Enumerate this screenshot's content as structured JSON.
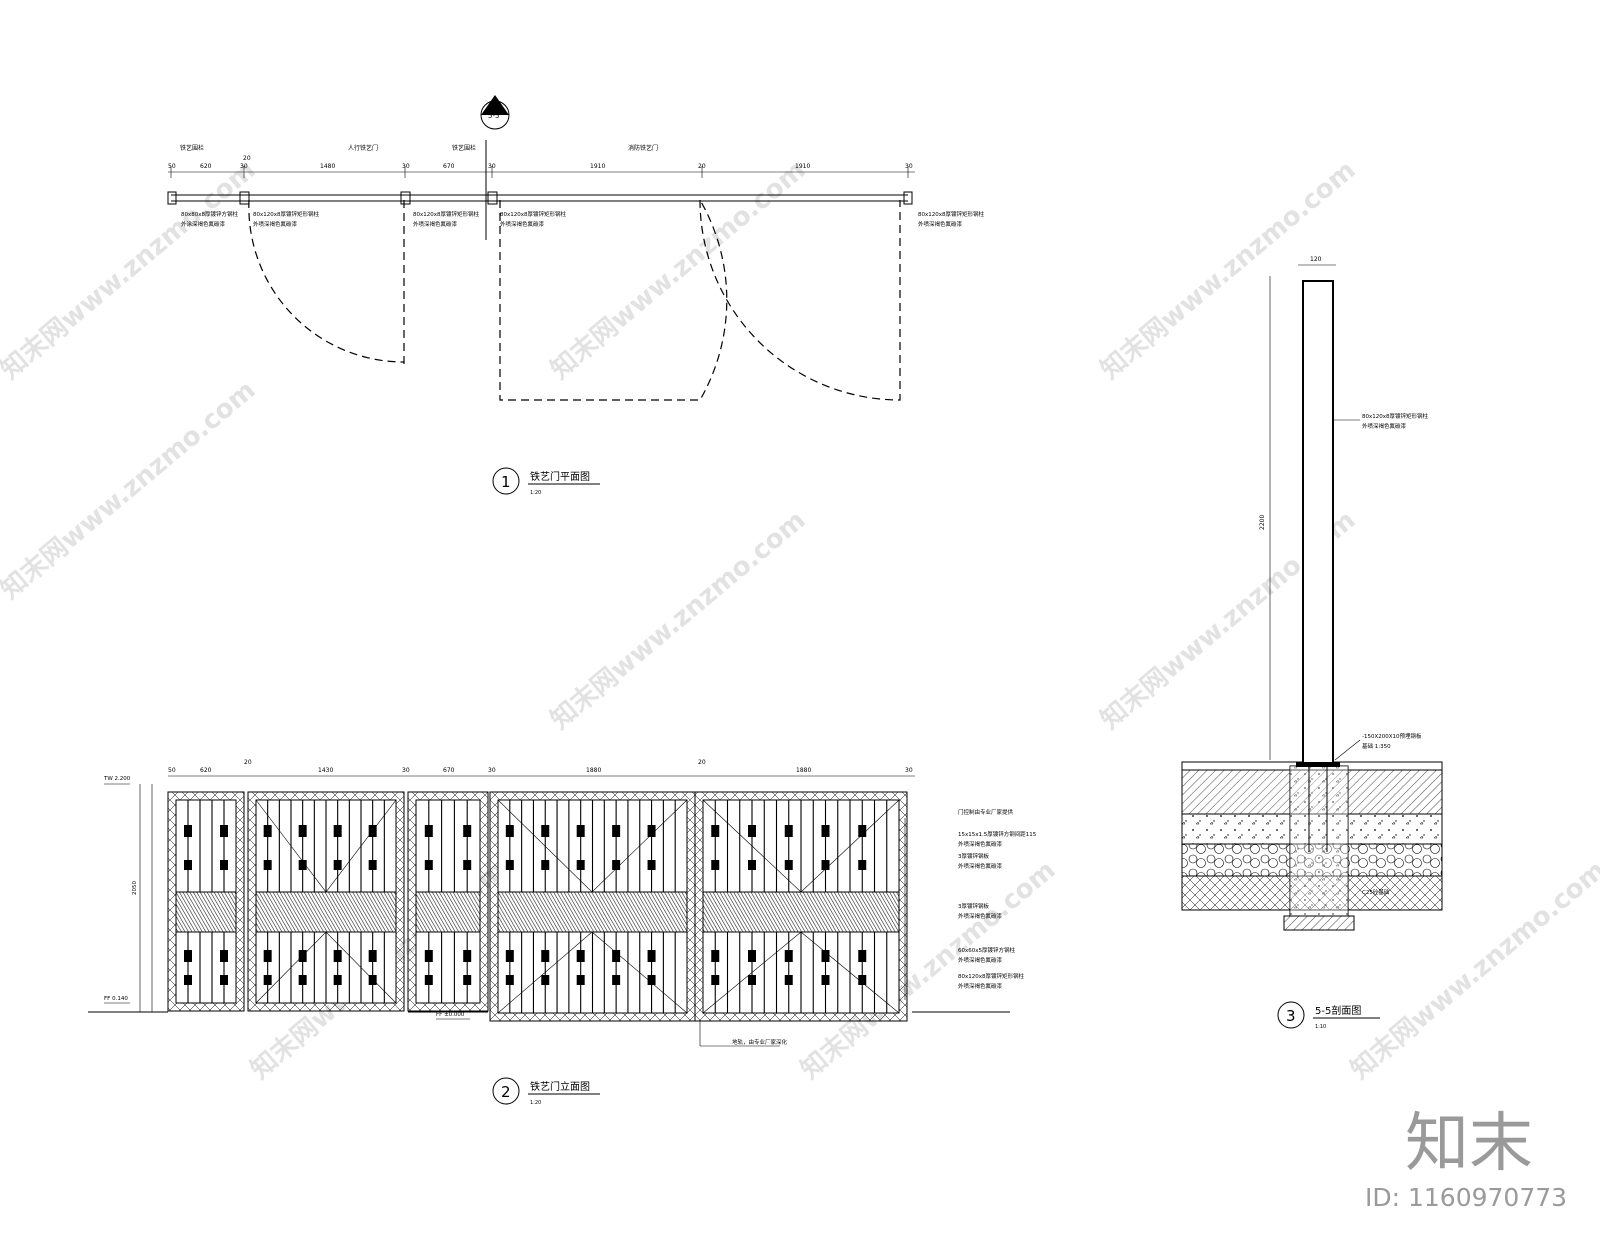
{
  "plan": {
    "title": "铁艺门平面图",
    "scale": "1:20",
    "number": "1",
    "section_marker": "5-5",
    "dims": [
      "50",
      "620",
      "20",
      "30",
      "1480",
      "30",
      "670",
      "30",
      "1910",
      "20",
      "1910",
      "30"
    ],
    "labels_top": [
      "铁艺围栏",
      "人行铁艺门",
      "铁艺围栏",
      "消防铁艺门"
    ],
    "notes": [
      [
        "80x80x8厚镀锌方钢柱",
        "外涂深褐色氟碳漆"
      ],
      [
        "80x120x8厚镀锌矩形钢柱",
        "外喷深褐色氟碳漆"
      ],
      [
        "80x120x8厚镀锌矩形钢柱",
        "外喷深褐色氟碳漆"
      ],
      [
        "80x120x8厚镀锌矩形钢柱",
        "外喷深褐色氟碳漆"
      ],
      [
        "80x120x8厚镀锌矩形钢柱",
        "外喷深褐色氟碳漆"
      ]
    ]
  },
  "elevation": {
    "title": "铁艺门立面图",
    "scale": "1:20",
    "number": "2",
    "dims_top": [
      "50",
      "620",
      "20",
      "1430",
      "30",
      "670",
      "30",
      "1880",
      "20",
      "1880",
      "30"
    ],
    "level_top": "TW 2.200",
    "level_bottom": "FF 0.140",
    "level_ground": "FF ±0.000",
    "overall_height": "2050",
    "right_notes": [
      "门控制由专业厂家提供",
      "15x15x1.5厚镀锌方钢间距115",
      "外喷深褐色氟碳漆",
      "3厚镀锌钢板",
      "外喷深褐色氟碳漆",
      "3厚镀锌钢板",
      "外喷深褐色氟碳漆",
      "60x60x5厚镀锌方钢柱",
      "外喷深褐色氟碳漆",
      "80x120x8厚镀锌矩形钢柱",
      "外喷深褐色氟碳漆"
    ],
    "bottom_note": "地轨，由专业厂家深化"
  },
  "section": {
    "title": "5-5剖面图",
    "scale": "1:10",
    "number": "3",
    "width_dim": "120",
    "height_dim": "2200",
    "post_note": [
      "80x120x8厚镀锌矩形钢柱",
      "外喷深褐色氟碳漆"
    ],
    "plate_note": [
      "-150X200X10预埋钢板",
      "基础 1:350"
    ],
    "footing_note": "C25砼基础"
  },
  "watermark": "知末网www.znzmo.com",
  "brand": "知末",
  "id_label": "ID: 1160970773"
}
